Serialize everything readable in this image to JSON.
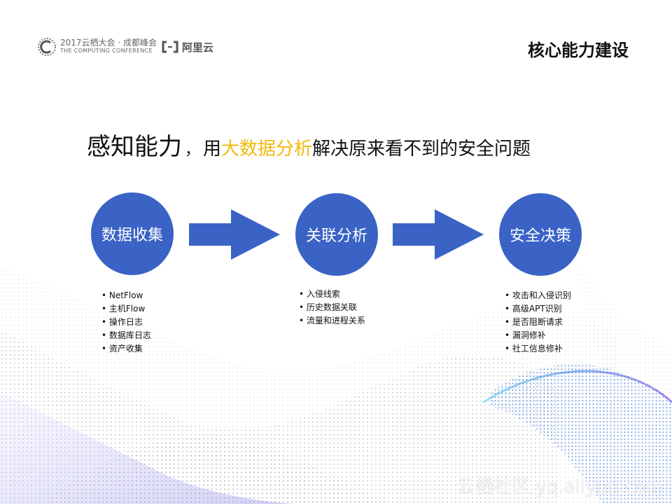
{
  "header": {
    "conference_line1": "2017云栖大会 · 成都峰会",
    "conference_line2": "THE COMPUTING CONFERENCE",
    "brand_name": "阿里云",
    "page_title": "核心能力建设"
  },
  "headline": {
    "lead": "感知能力",
    "comma": "，",
    "part1": "用",
    "accent": "大数据分析",
    "part2": "解决原来看不到的安全问题",
    "accent_color": "#f2b90c"
  },
  "flow": {
    "circle_color": "#3a63c5",
    "steps": [
      {
        "label": "数据收集",
        "items": [
          "NetFlow",
          "主机Flow",
          "操作日志",
          "数据库日志",
          "资产收集"
        ]
      },
      {
        "label": "关联分析",
        "items": [
          "入侵线索",
          "历史数据关联",
          "流量和进程关系"
        ]
      },
      {
        "label": "安全决策",
        "items": [
          "攻击和入侵识别",
          "高级APT识别",
          "是否阻断请求",
          "漏洞修补",
          "社工信息修补"
        ]
      }
    ]
  },
  "watermark": "云栖社区 yq.aliyun.com"
}
